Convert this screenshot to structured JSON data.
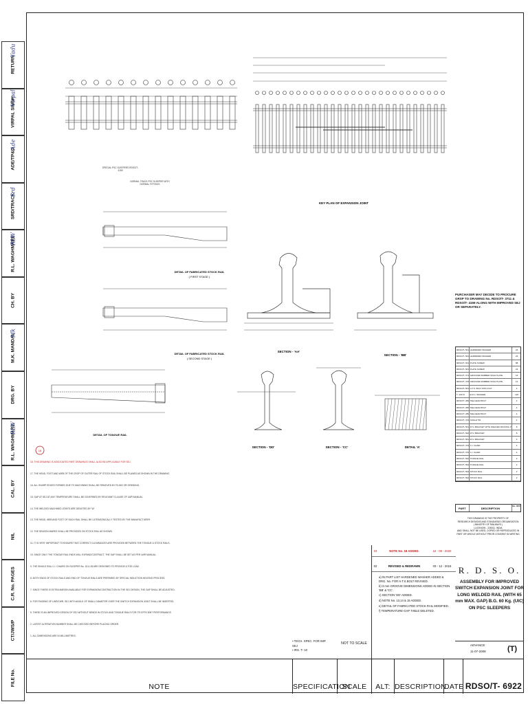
{
  "drawing": {
    "purchaser_note": "PURCHASER MAY DECIDE TO PROCURE GRSP TO DRAWING No. RDSO/T- 3711 & RDSO/T- 4159 ALONG WITH IMPROVED SEJ OR SEPARATELY.",
    "key_plan_caption": "KEY PLAN OF EXPANSION JOINT",
    "stock_rail_stage1_caption": "DETAIL OF FABRICATED STOCK RAIL",
    "stock_rail_stage1_sub": "( FIRST STAGE )",
    "stock_rail_stage2_caption": "DETAIL OF FABRICATED STOCK RAIL",
    "stock_rail_stage2_sub": "( SECOND STAGE )",
    "tongue_rail_caption": "DETAIL OF TONGUE RAIL",
    "section_aa": "SECTION - 'AA'",
    "section_bb": "SECTION - 'BB'",
    "section_dd": "SECTION - 'DD'",
    "section_cc": "SECTION - 'CC'",
    "detail_a": "DETAIL 'A'",
    "normal_track_caption": "NORMAL TRACK PSC SLEEPER WITH NORMAL FITTINGS",
    "special_psc_caption": "SPECIAL PSC SLEEPERS RDSO/T- 4159"
  },
  "ownership": {
    "lines": [
      "THIS DRAWING IS THE PROPERTY OF",
      "RESEARCH DESIGNS AND STANDARDS ORGANISATION",
      "( MINISTRY OF RAILWAYS )",
      "LUCKNOW - 226011. INDIA",
      "AND SHALL NOT BE USED, COPIED OR REPRODUCED IN",
      "PART OR WHOLE WITHOUT PRIOR CONSENT IN WRITING"
    ]
  },
  "organisation": "R. D. S. O.",
  "title": "ASSEMBLY FOR IMPROVED SWITCH EXPANSION JOINT FOR LONG WELDED RAIL (WITH 65 mm MAX. GAP) B.G. 60 Kg. (UIC) ON PSC SLEEPERS",
  "status": {
    "label": "ADVANCE",
    "date": "11-07-2008",
    "mark": "(T)"
  },
  "drawing_number": "RDSO/T- 6922",
  "revisions": [
    {
      "no": "03",
      "description": "NOTE No. 18 ADDED.",
      "date": "24 - 09 - 2020",
      "color": "#c41a1a"
    },
    {
      "no": "02",
      "description": "REVISED & REDRAWN",
      "date": "03 - 12 - 2015",
      "color": "#111111"
    }
  ],
  "revision_items": [
    "a) IN PART LIST HARDENED WASHER ADDED & DRG. No. FOR H.T.S BOLT REVISED.",
    "b) 3 mm GROOVE DIMENSIONS ADDED IN SECTION 'BB' & 'CC'.",
    "c) SECTION 'DD' ADDED.",
    "d) NOTE No. 13,14 & 15 ADDED.",
    "e) DETAIL OF FABRICATED STOCK RAIL MODIFIED.",
    "f) TEMPERATURE-GAP TABLE DELETED."
  ],
  "spec_items": [
    "TECH. SPEC. FOR IMP. SEJ",
    "IRS. T- 10"
  ],
  "scale": "NOT TO SCALE",
  "parts_header": {
    "part": "PART",
    "description": "DESCRIPTION",
    "qty": "No. OFF"
  },
  "parts": [
    {
      "part": "RDSO/T- 6616",
      "description": "HARDENED WASHER",
      "qty": "24"
    },
    {
      "part": "RDSO/T- 6615",
      "description": "HARDENED WASHER",
      "qty": "24"
    },
    {
      "part": "RDSO/T- 6610",
      "description": "PLATE SCREW",
      "qty": "88"
    },
    {
      "part": "RDSO/T- 6611",
      "description": "PLATE SCREW",
      "qty": "24"
    },
    {
      "part": "RDSO/T- 3711",
      "description": "GROOVED RUBBER SOLE PLATE",
      "qty": "16"
    },
    {
      "part": "RDSO/T- 3702",
      "description": "GROOVED RUBBER SOLE PLATE",
      "qty": "12"
    },
    {
      "part": "RDSO/T- 6618",
      "description": "H.T.S. BOLT WITH NUT",
      "qty": "4"
    },
    {
      "part": "T- 10173",
      "description": "E.R.C. WASHER",
      "qty": "120"
    },
    {
      "part": "RDSO/T- 2805",
      "description": "TEE HEAD BOLT",
      "qty": "4"
    },
    {
      "part": "RDSO/T- 2806",
      "description": "TEE HEAD BOLT",
      "qty": "4"
    },
    {
      "part": "RDSO/T- 2803",
      "description": "TEE HEAD BOLT",
      "qty": "4"
    },
    {
      "part": "RDSO/T- 3707",
      "description": "ANGLE TIE",
      "qty": "4"
    },
    {
      "part": "RDSO/T- 6617",
      "description": "M.S. BRACKET WITH WELDED PACKING PIECE",
      "qty": "8"
    },
    {
      "part": "RDSO/T- 6620",
      "description": "M.S. BRACKET",
      "qty": "8"
    },
    {
      "part": "RDSO/T- 6619",
      "description": "M.S. BRACKET",
      "qty": "4"
    },
    {
      "part": "RDSO/T- 3701",
      "description": "C.I. CHAIR",
      "qty": "4"
    },
    {
      "part": "RDSO/T- 3703",
      "description": "C.I. CHAIR",
      "qty": "4"
    },
    {
      "part": "RDSO/T- 6622A",
      "description": "TONGUE RAIL",
      "qty": "2"
    },
    {
      "part": "RDSO/T- 6622B",
      "description": "TONGUE RAIL",
      "qty": "2"
    },
    {
      "part": "RDSO/T- 6621A",
      "description": "STOCK RAIL",
      "qty": "2"
    },
    {
      "part": "RDSO/T- 6621B",
      "description": "STOCK RAIL",
      "qty": "2"
    }
  ],
  "notes_heading": "NOTE",
  "notes": [
    {
      "text": "18. THIS DRAWING IS ASSOCIATED PART DRAWINGS SHALL ALSO BE APPLICABLE FOR SEJ.",
      "red": true
    },
    {
      "text": "17. THE HEAD, FOOT AND WEB OF THE CROP OF OUTER RAIL OF STOCK RAIL SHALL BE PLANED AS SHOWN IN THE DRAWING.",
      "red": false
    },
    {
      "text": "16. ALL SHARP EDGES FORMED DUE TO MACHINING SHALL BE REMOVED BY FILING OR GRINDING.",
      "red": false
    },
    {
      "text": "15. GAP AT SEJ AT ANY TEMPERATURE SHALL BE GOVERNED BY RELEVANT CLAUSE OF LWR MANUAL.",
      "red": false
    },
    {
      "text": "14. THE WELDED MACHINED JOINTS ARE DENOTED BY 'W'.",
      "red": false
    },
    {
      "text": "13. THE HEAD, WEB AND FOOT OF EACH RAIL SHALL BE ULTRASONICALLY TESTED BY THE MANUFACTURER.",
      "red": false
    },
    {
      "text": "12. THE SEASON MARKS SHALL BE PROVIDED ON STOCK RAIL AS SHOWN.",
      "red": false
    },
    {
      "text": "11. IT IS VERY IMPORTANT TO ENSURE THAT CORRECT CLEARANCES ARE PROVIDED BETWEEN THE TONGUE & STOCK RAILS.",
      "red": false
    },
    {
      "text": "10. SINCE ONLY THE TONGUE RAIL ENDS WILL EXPAND/CONTRACT, THE GAP SHALL BE SET AS PER LWR MANUAL.",
      "red": false
    },
    {
      "text": "9. THE SINGLE RAIL C.I. CHAIRS ON SLEEPER No. 15 & 28 ARE DESIGNED TO PROVIDE A TOE LOAD.",
      "red": false
    },
    {
      "text": "8. BOTH ENDS OF STOCK RAILS AND END OF TONGUE RAILS ARE PREPARED BY SPECIAL INDUCTION HEATING PROCESS.",
      "red": false
    },
    {
      "text": "7. SINCE THERE IS EXTRA MARGIN AVAILABLE FOR EXPANSION/CONTRACTION IN THE SEJ DESIGN, THE GAP SHALL BE ADJUSTED.",
      "red": false
    },
    {
      "text": "6. FOR PASSING OF LWR/CWR, SEJ WITH ANGLE OF SMALL DIAMETER OVER THE SWITCH EXPANSION JOINT SHALL BE INSERTED.",
      "red": false
    },
    {
      "text": "5. THESE IS AN IMPROVED DESIGN OF SEJ WITHOUT BENDS IN STOCK AND TONGUE RAILS FOR ITS EFFICIENT PERFORMANCE.",
      "red": false
    },
    {
      "text": "2. LATEST ALTERATION NUMBER SHALL BE CHECKED BEFORE PLACING ORDER.",
      "red": false
    },
    {
      "text": "1. ALL DIMENSIONS ARE IN MILLIMETRES.",
      "red": false
    }
  ],
  "footer": {
    "note": "NOTE",
    "specification": "SPECIFICATION",
    "scale": "SCALE",
    "alt": "ALT:",
    "description": "DESCRIPTION",
    "date": "DATE"
  },
  "left_strip": [
    {
      "label": "RETURN",
      "sign": "Yadu"
    },
    {
      "label": "VIRPAL SINGH",
      "sign": "Virpal"
    },
    {
      "label": "ADE/TP&D",
      "sign": "Ade"
    },
    {
      "label": "SRD/TRACK",
      "sign": "Srd"
    },
    {
      "label": "R.L. WAGHMARE",
      "sign": "RLW"
    },
    {
      "label": "CH. BY",
      "sign": ""
    },
    {
      "label": "M.K. MANDAL",
      "sign": "Mk"
    },
    {
      "label": "DRG. BY",
      "sign": ""
    },
    {
      "label": "R.L. WAGHMARE",
      "sign": "RLW"
    },
    {
      "label": "CAL. BY",
      "sign": ""
    },
    {
      "label": "NIL",
      "sign": ""
    },
    {
      "label": "C.R. No. PAGES",
      "sign": ""
    },
    {
      "label": "CT/JWS/P",
      "sign": ""
    },
    {
      "label": "FILE No.",
      "sign": ""
    }
  ]
}
